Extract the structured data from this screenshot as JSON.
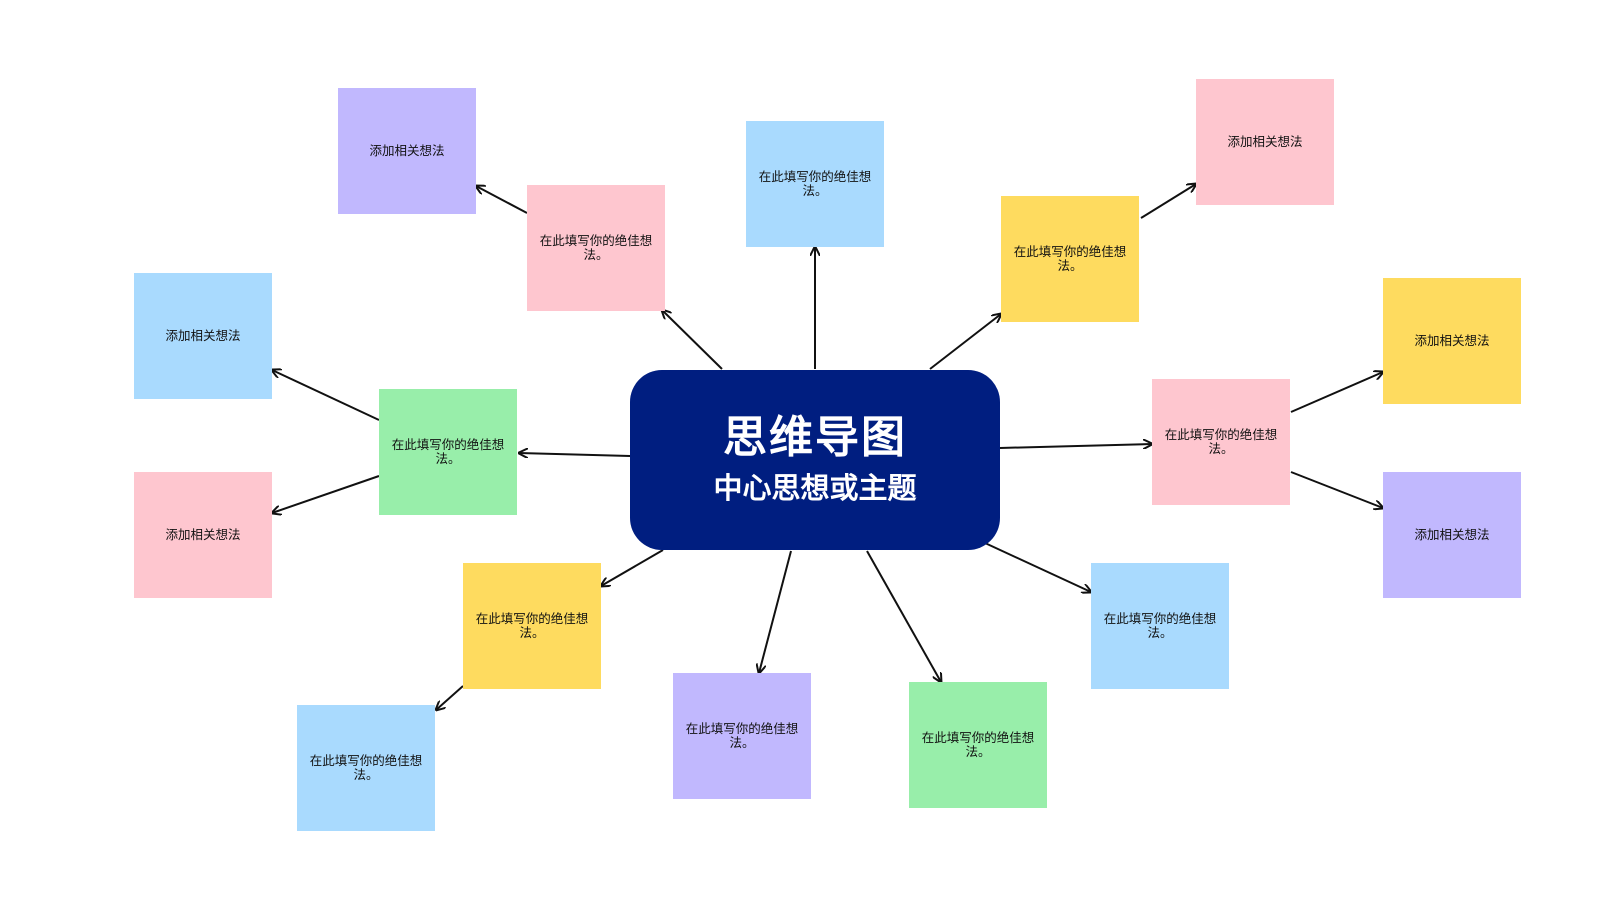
{
  "center": {
    "title": "思维导图",
    "subtitle": "中心思想或主题",
    "color": "#001e80"
  },
  "colors": {
    "pink": "#fec6cf",
    "purple": "#c1b8fe",
    "blue": "#a9dafe",
    "yellow": "#fedb5f",
    "green": "#98eeaa",
    "connector": "#111111"
  },
  "notes": [
    {
      "id": "top-left-idea",
      "text": "在此填写你的绝佳想法。",
      "color": "pink"
    },
    {
      "id": "top-idea",
      "text": "在此填写你的绝佳想法。",
      "color": "blue"
    },
    {
      "id": "top-right-idea",
      "text": "在此填写你的绝佳想法。",
      "color": "yellow"
    },
    {
      "id": "right-idea",
      "text": "在此填写你的绝佳想法。",
      "color": "pink"
    },
    {
      "id": "bottom-right-idea",
      "text": "在此填写你的绝佳想法。",
      "color": "blue"
    },
    {
      "id": "bottom-center-right-idea",
      "text": "在此填写你的绝佳想法。",
      "color": "green"
    },
    {
      "id": "bottom-center-left-idea",
      "text": "在此填写你的绝佳想法。",
      "color": "purple"
    },
    {
      "id": "bottom-left-idea",
      "text": "在此填写你的绝佳想法。",
      "color": "yellow"
    },
    {
      "id": "left-idea",
      "text": "在此填写你的绝佳想法。",
      "color": "green"
    },
    {
      "id": "related-top-left",
      "text": "添加相关想法",
      "color": "purple"
    },
    {
      "id": "related-top-right",
      "text": "添加相关想法",
      "color": "pink"
    },
    {
      "id": "related-right-upper",
      "text": "添加相关想法",
      "color": "yellow"
    },
    {
      "id": "related-right-lower",
      "text": "添加相关想法",
      "color": "purple"
    },
    {
      "id": "related-left-upper",
      "text": "添加相关想法",
      "color": "blue"
    },
    {
      "id": "related-left-lower",
      "text": "添加相关想法",
      "color": "pink"
    },
    {
      "id": "related-bottom-left",
      "text": "在此填写你的绝佳想法。",
      "color": "blue"
    }
  ]
}
